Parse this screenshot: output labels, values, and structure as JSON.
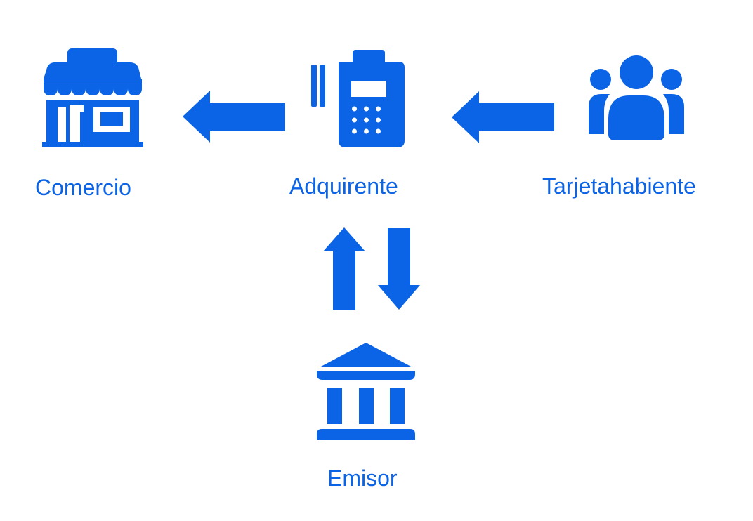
{
  "colors": {
    "primary": "#0b63e5",
    "background": "#ffffff"
  },
  "nodes": {
    "comercio": {
      "label": "Comercio",
      "icon": "store-icon"
    },
    "adquirente": {
      "label": "Adquirente",
      "icon": "pos-terminal-icon"
    },
    "tarjetahabiente": {
      "label": "Tarjetahabiente",
      "icon": "people-group-icon"
    },
    "emisor": {
      "label": "Emisor",
      "icon": "bank-icon"
    }
  },
  "edges": [
    {
      "from": "tarjetahabiente",
      "to": "adquirente",
      "icon": "arrow-left-icon"
    },
    {
      "from": "adquirente",
      "to": "comercio",
      "icon": "arrow-left-icon"
    },
    {
      "from": "emisor",
      "to": "adquirente",
      "icon": "arrow-up-icon"
    },
    {
      "from": "adquirente",
      "to": "emisor",
      "icon": "arrow-down-icon"
    }
  ]
}
